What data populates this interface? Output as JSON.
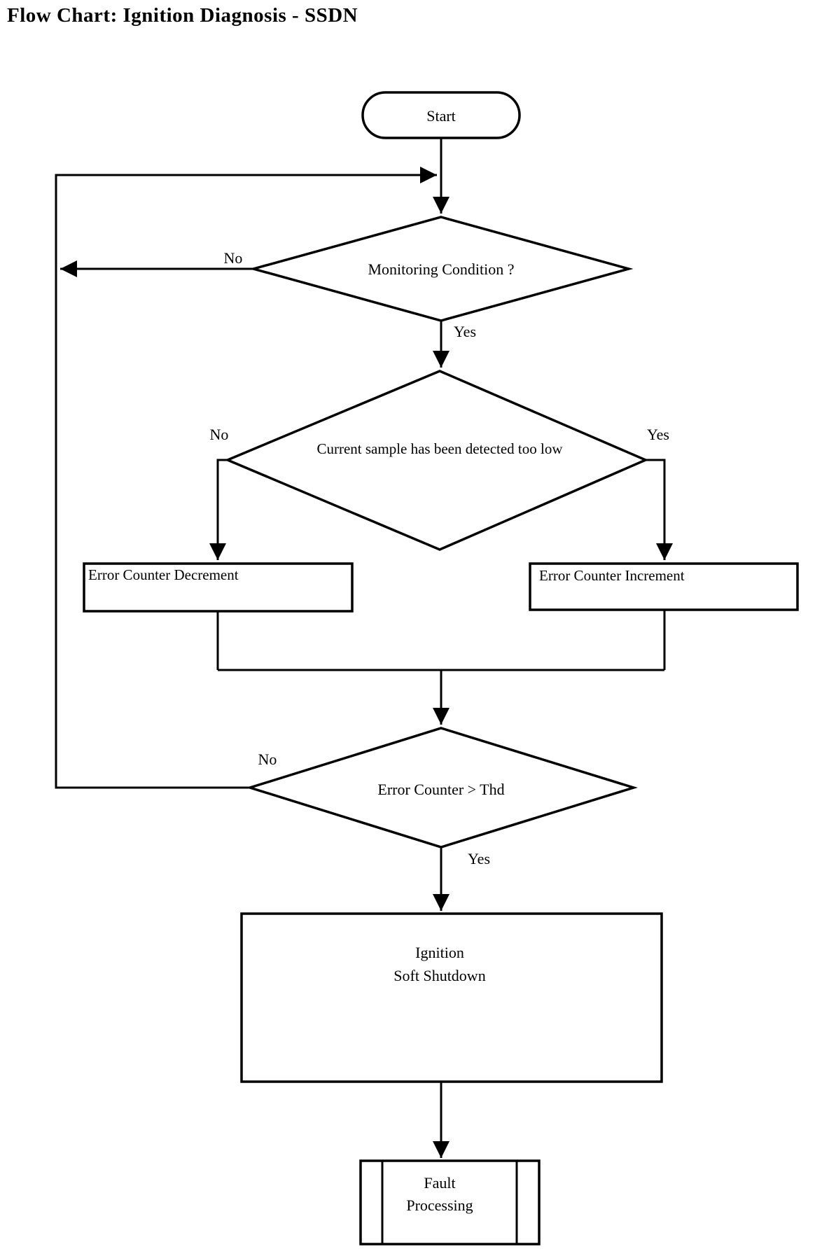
{
  "title": "Flow Chart: Ignition Diagnosis - SSDN",
  "colors": {
    "line": "#000000",
    "background": "#ffffff",
    "text": "#000000"
  },
  "diagram": {
    "type": "flowchart",
    "nodes": {
      "start": {
        "type": "terminator",
        "label": "Start"
      },
      "monitoring_condition": {
        "type": "decision",
        "label": "Monitoring Condition ?"
      },
      "current_sample_low": {
        "type": "decision",
        "label": "Current sample has been detected too low"
      },
      "error_counter_decrement": {
        "type": "process",
        "label": "Error Counter Decrement"
      },
      "error_counter_increment": {
        "type": "process",
        "label": "Error Counter Increment"
      },
      "error_counter_gt_thd": {
        "type": "decision",
        "label": "Error Counter >  Thd"
      },
      "ignition_soft_shutdown": {
        "type": "process",
        "lines": [
          "Ignition",
          "Soft Shutdown"
        ]
      },
      "fault_processing": {
        "type": "predefined-process",
        "lines": [
          "Fault",
          "Processing"
        ]
      }
    },
    "edges": [
      {
        "from": "start",
        "to": "monitoring_condition",
        "label": ""
      },
      {
        "from": "monitoring_condition",
        "to": "loop-return-line",
        "label": "No"
      },
      {
        "from": "monitoring_condition",
        "to": "current_sample_low",
        "label": "Yes"
      },
      {
        "from": "current_sample_low",
        "to": "error_counter_decrement",
        "label": "No"
      },
      {
        "from": "current_sample_low",
        "to": "error_counter_increment",
        "label": "Yes"
      },
      {
        "from": "error_counter_decrement",
        "to": "error_counter_gt_thd",
        "label": ""
      },
      {
        "from": "error_counter_increment",
        "to": "error_counter_gt_thd",
        "label": ""
      },
      {
        "from": "error_counter_gt_thd",
        "to": "loop-return-line",
        "label": "No"
      },
      {
        "from": "error_counter_gt_thd",
        "to": "ignition_soft_shutdown",
        "label": "Yes"
      },
      {
        "from": "ignition_soft_shutdown",
        "to": "fault_processing",
        "label": ""
      }
    ]
  }
}
